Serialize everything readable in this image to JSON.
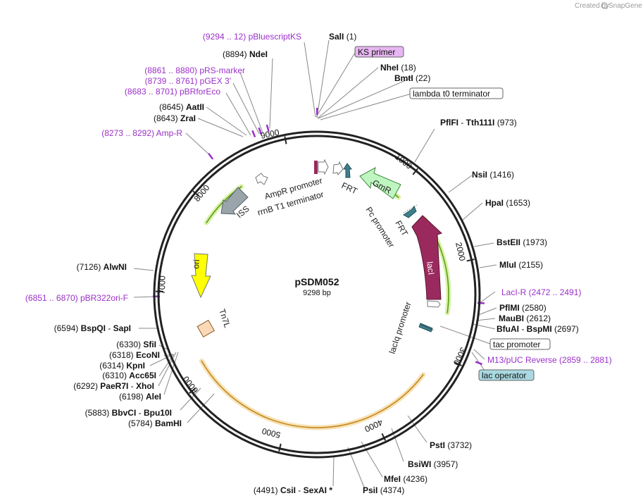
{
  "header": {
    "credit": "Created by",
    "brand": "SnapGene"
  },
  "plasmid": {
    "name": "pSDM052",
    "size": "9298 bp"
  },
  "ticks": [
    "1000",
    "2000",
    "3000",
    "4000",
    "5000",
    "6000",
    "7000",
    "8000",
    "9000"
  ],
  "sites": {
    "sali": {
      "name": "SalI",
      "pos": "(1)"
    },
    "nhei": {
      "name": "NheI",
      "pos": "(18)"
    },
    "bmti": {
      "name": "BmtI",
      "pos": "(22)"
    },
    "pflfi": {
      "name": "PflFI",
      "pos": "(973)",
      "name2": "Tth111I",
      "sep": " - "
    },
    "nsii": {
      "name": "NsiI",
      "pos": "(1416)"
    },
    "hpai": {
      "name": "HpaI",
      "pos": "(1653)"
    },
    "bsteii": {
      "name": "BstEII",
      "pos": "(1973)"
    },
    "mlui": {
      "name": "MluI",
      "pos": "(2155)"
    },
    "pflmi": {
      "name": "PflMI",
      "pos": "(2580)"
    },
    "maubi": {
      "name": "MauBI",
      "pos": "(2612)"
    },
    "bfuai": {
      "name": "BfuAI",
      "pos": "(2697)",
      "name2": "BspMI",
      "sep": " - "
    },
    "psti": {
      "name": "PstI",
      "pos": "(3732)"
    },
    "bsiwi": {
      "name": "BsiWI",
      "pos": "(3957)"
    },
    "mfei": {
      "name": "MfeI",
      "pos": "(4236)"
    },
    "psii": {
      "name": "PsiI",
      "pos": "(4374)"
    },
    "csii": {
      "name": "CsiI",
      "pos": "(4491)",
      "name2": "SexAI *",
      "sep": " - "
    },
    "bamhi": {
      "name": "BamHI",
      "pos": "(5784)"
    },
    "bbvci": {
      "name": "BbvCI",
      "pos": "(5883)",
      "name2": "Bpu10I",
      "sep": " - "
    },
    "alei": {
      "name": "AleI",
      "pos": "(6198)"
    },
    "paer7i": {
      "name": "PaeR7I",
      "pos": "(6292)",
      "name2": "XhoI",
      "sep": " - "
    },
    "acc65i": {
      "name": "Acc65I",
      "pos": "(6310)"
    },
    "kpni": {
      "name": "KpnI",
      "pos": "(6314)"
    },
    "econi": {
      "name": "EcoNI",
      "pos": "(6318)"
    },
    "sfii": {
      "name": "SfiI",
      "pos": "(6330)"
    },
    "bspqi": {
      "name": "BspQI",
      "pos": "(6594)",
      "name2": "SapI",
      "sep": " - "
    },
    "alwni": {
      "name": "AlwNI",
      "pos": "(7126)"
    },
    "zrai": {
      "name": "ZraI",
      "pos": "(8643)"
    },
    "aatii": {
      "name": "AatII",
      "pos": "(8645)"
    },
    "ndei": {
      "name": "NdeI",
      "pos": "(8894)"
    }
  },
  "primers": {
    "pbluescriptks": {
      "name": "pBluescriptKS",
      "range": "(9294 .. 12)"
    },
    "prs_marker": {
      "name": "pRS-marker",
      "range": "(8861 .. 8880)"
    },
    "pgex3": {
      "name": "pGEX 3'",
      "range": "(8739 .. 8761)"
    },
    "pbrforeco": {
      "name": "pBRforEco",
      "range": "(8683 .. 8701)"
    },
    "amp_r": {
      "name": "Amp-R",
      "range": "(8273 .. 8292)"
    },
    "pbr322ori_f": {
      "name": "pBR322ori-F",
      "range": "(6851 .. 6870)"
    },
    "laci_r": {
      "name": "LacI-R",
      "range": "(2472 .. 2491)"
    },
    "m13_puc_reverse": {
      "name": "M13/pUC Reverse",
      "range": "(2859 .. 2881)"
    }
  },
  "boxed": {
    "ks_primer": "KS primer",
    "lambda_t0": "lambda t0 terminator",
    "tac_promoter": "tac promoter",
    "lac_operator": "lac operator"
  },
  "features": {
    "frt1": "FRT",
    "gmr": "GmR",
    "frt2": "FRT",
    "pc_promoter": "Pc promoter",
    "laci": "lacI",
    "laciq_promoter": "lacIq promoter",
    "ampr_promoter": "AmpR promoter",
    "rrnb_t1": "rrnB T1 terminator",
    "iss": "ISS",
    "ori": "ori",
    "tn7l": "Tn7L"
  },
  "colors": {
    "backbone": "#222222",
    "laci": "#9a2a5e",
    "gmr": "#bff5c0",
    "ori": "#ffff00",
    "iss": "#9aa4ab",
    "tn7l": "#fcd9b6",
    "frt": "#3f7f8c",
    "primer": "#9b30c9",
    "ks_box": "#e7b6f2",
    "lacop_box": "#a9d8e0",
    "orf_green": "#5c9e1a",
    "orf_orange": "#c8861a"
  }
}
